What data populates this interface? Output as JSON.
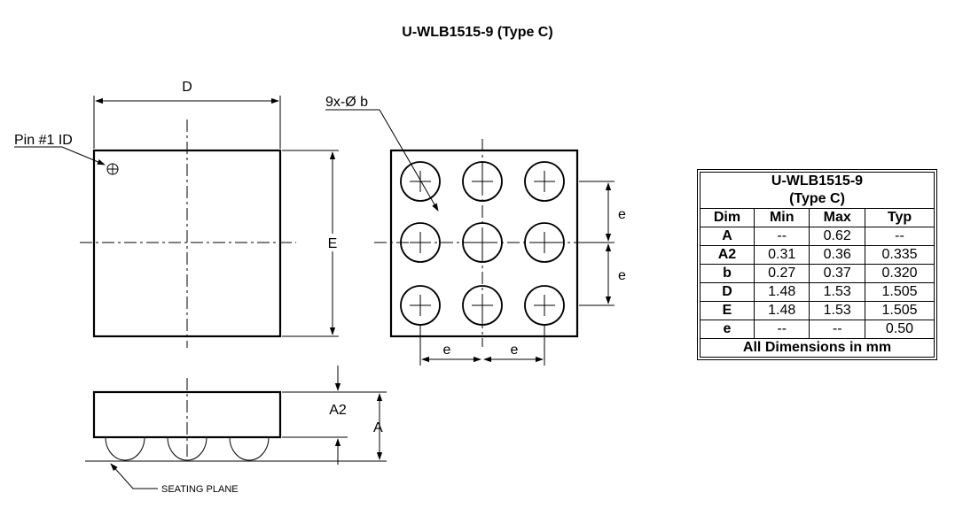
{
  "title": "U-WLB1515-9 (Type C)",
  "labels": {
    "D": "D",
    "E": "E",
    "pin1": "Pin #1  ID",
    "ball_diameter": "9x-Ø b",
    "e": "e",
    "A": "A",
    "A2": "A2",
    "seating_plane": "SEATING PLANE"
  },
  "table": {
    "caption_line1": "U-WLB1515-9",
    "caption_line2": "(Type C)",
    "headers": [
      "Dim",
      "Min",
      "Max",
      "Typ"
    ],
    "rows": [
      [
        "A",
        "--",
        "0.62",
        "--"
      ],
      [
        "A2",
        "0.31",
        "0.36",
        "0.335"
      ],
      [
        "b",
        "0.27",
        "0.37",
        "0.320"
      ],
      [
        "D",
        "1.48",
        "1.53",
        "1.505"
      ],
      [
        "E",
        "1.48",
        "1.53",
        "1.505"
      ],
      [
        "e",
        "--",
        "--",
        "0.50"
      ]
    ],
    "footer": "All Dimensions in mm"
  }
}
